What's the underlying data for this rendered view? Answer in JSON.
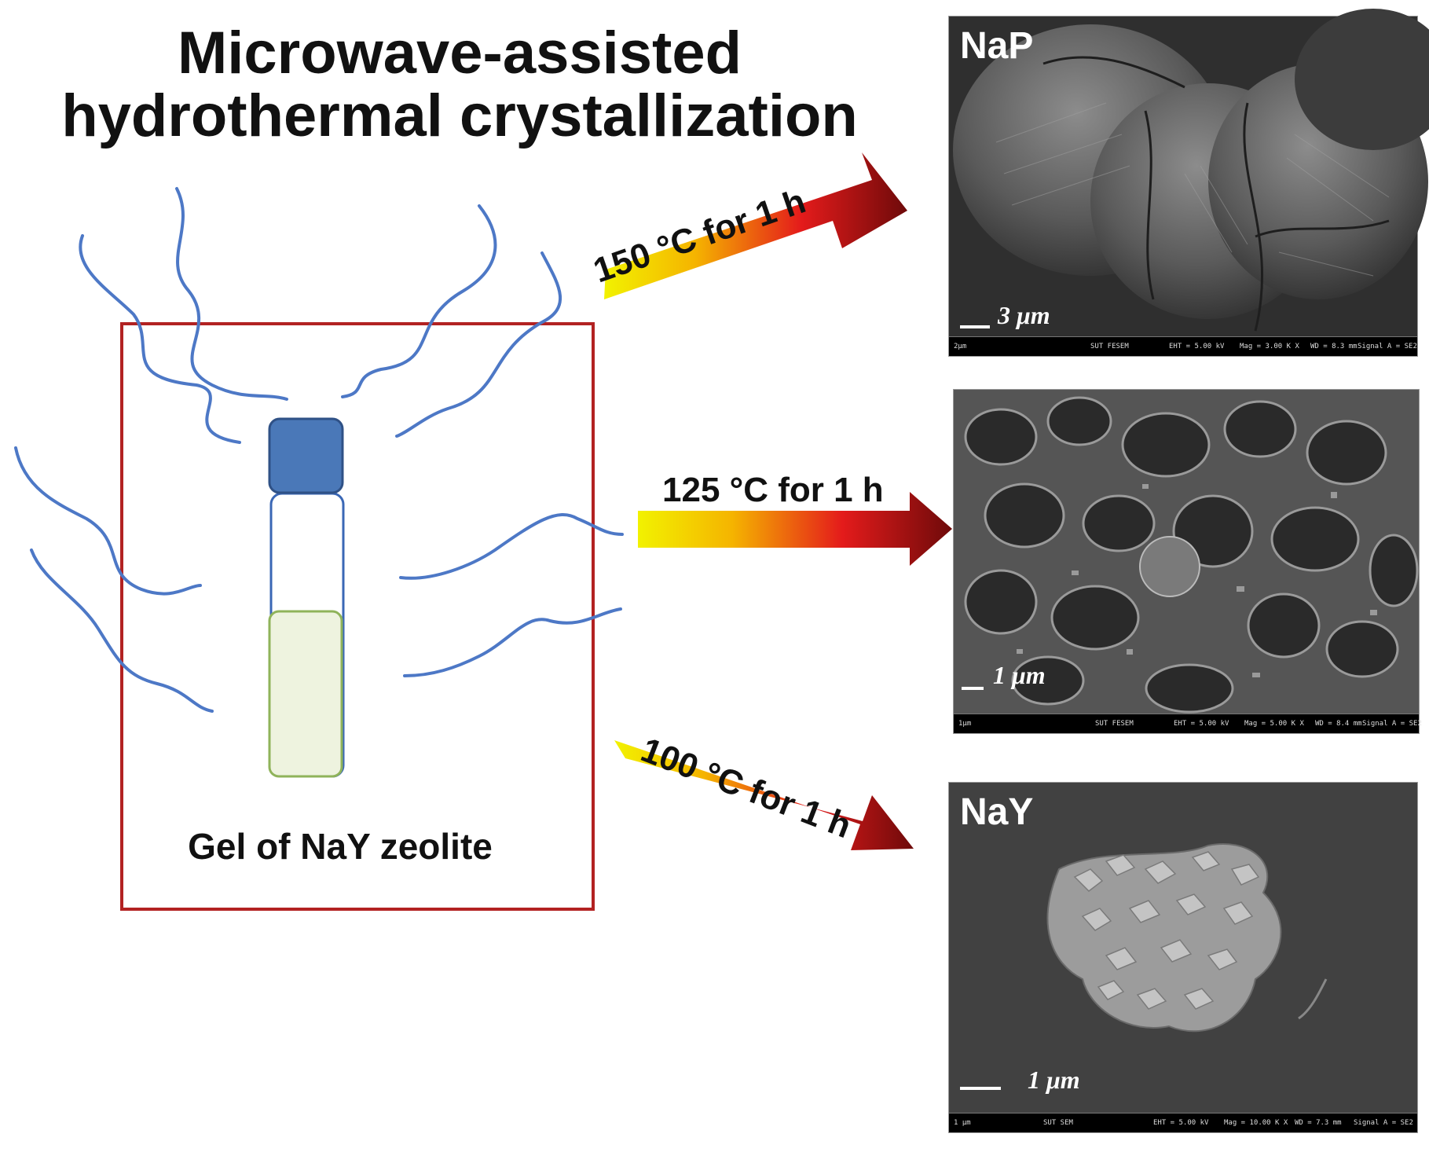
{
  "title": {
    "line1": "Microwave-assisted",
    "line2": "hydrothermal crystallization"
  },
  "vessel": {
    "label": "Gel of NaY zeolite",
    "box_color": "#b22222",
    "cap_color": "#4a78b8",
    "gel_color": "#eef3df",
    "wave_color": "#4d78c6"
  },
  "arrows": [
    {
      "label": "150 °C for 1 h"
    },
    {
      "label": "125 °C for 1 h"
    },
    {
      "label": "100 °C for 1 h"
    }
  ],
  "sem_images": [
    {
      "label": "NaP",
      "scale": "3 μm",
      "infobar": [
        "2μm",
        "SUT FESEM",
        "EHT = 5.00 kV",
        "Mag = 3.00 K X",
        "WD = 8.3 mm",
        "Signal A = SE2"
      ]
    },
    {
      "label": "",
      "scale": "1 μm",
      "infobar": [
        "1μm",
        "SUT FESEM",
        "EHT = 5.00 kV",
        "Mag = 5.00 K X",
        "WD = 8.4 mm",
        "Signal A = SE2"
      ]
    },
    {
      "label": "NaY",
      "scale": "1 μm",
      "infobar": [
        "1 μm",
        "SUT SEM",
        "EHT = 5.00 kV",
        "Mag = 10.00 K X",
        "WD = 7.3 mm",
        "Signal A = SE2"
      ]
    }
  ]
}
